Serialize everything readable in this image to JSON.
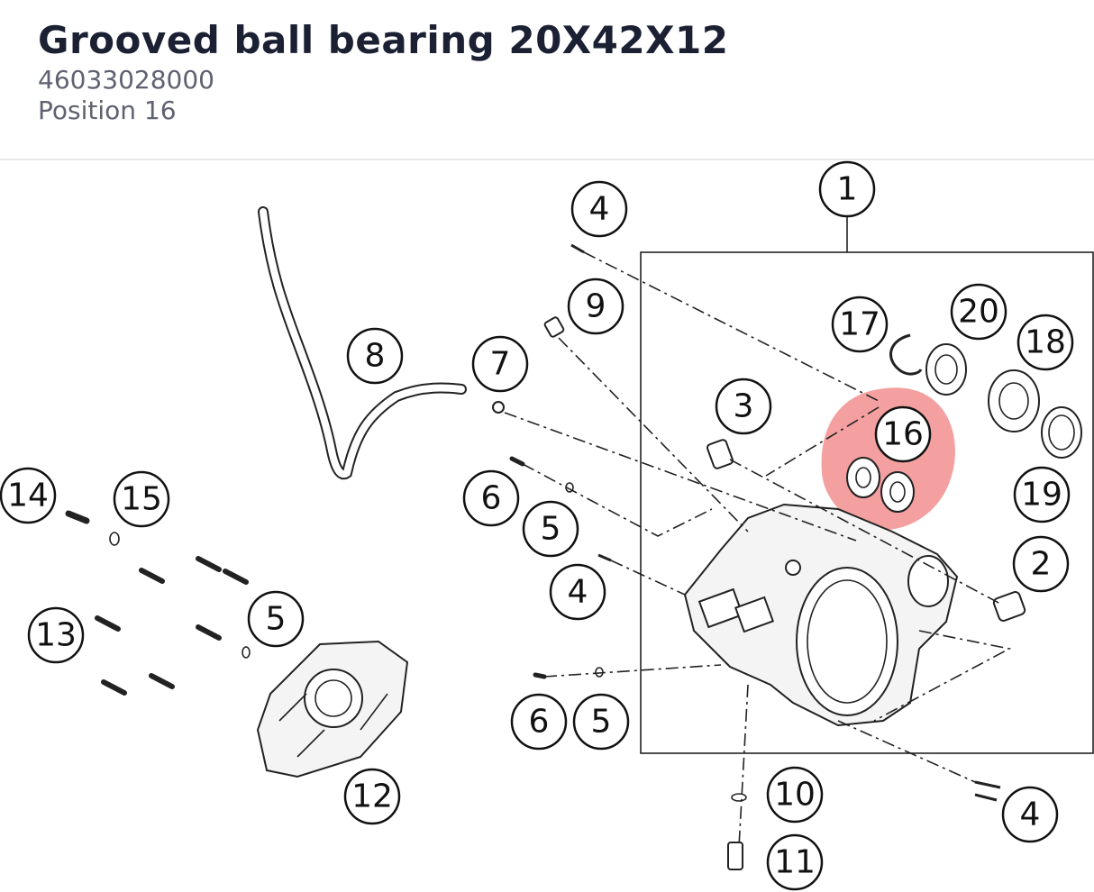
{
  "part": {
    "title": "Grooved ball bearing 20X42X12",
    "number": "46033028000",
    "position": "Position 16"
  },
  "highlight_color": "#f08080",
  "callouts": {
    "c1": "1",
    "c2": "2",
    "c3": "3",
    "c4a": "4",
    "c4b": "4",
    "c4c": "4",
    "c5a": "5",
    "c5b": "5",
    "c5c": "5",
    "c6a": "6",
    "c6b": "6",
    "c7": "7",
    "c8": "8",
    "c9": "9",
    "c10": "10",
    "c11": "11",
    "c12": "12",
    "c13": "13",
    "c14": "14",
    "c15": "15",
    "c16": "16",
    "c17": "17",
    "c18": "18",
    "c19": "19",
    "c20": "20"
  }
}
